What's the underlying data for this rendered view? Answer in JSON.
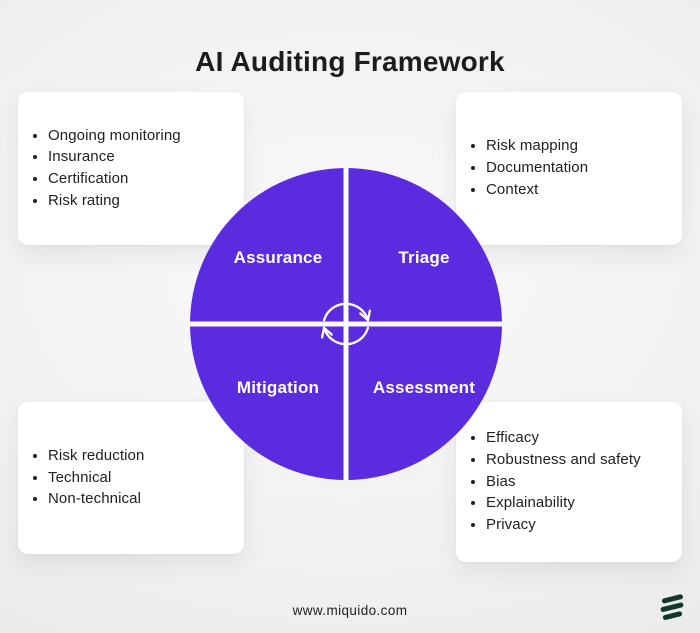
{
  "page": {
    "title": "AI Auditing Framework",
    "footer_url": "www.miquido.com"
  },
  "colors": {
    "accent_purple": "#5B2BE0",
    "text_dark": "#1C1C1C",
    "card_bg": "#FFFFFF",
    "quadrant_label": "#FFFFFF",
    "logo_dark": "#12372E"
  },
  "circle": {
    "center_icon": "cycle-arrows-icon",
    "quadrants": [
      {
        "id": "assurance",
        "label": "Assurance",
        "position": "top-left"
      },
      {
        "id": "triage",
        "label": "Triage",
        "position": "top-right"
      },
      {
        "id": "mitigation",
        "label": "Mitigation",
        "position": "bottom-left"
      },
      {
        "id": "assessment",
        "label": "Assessment",
        "position": "bottom-right"
      }
    ]
  },
  "cards": {
    "top_left": {
      "linked_quadrant": "Assurance",
      "items": [
        "Ongoing monitoring",
        "Insurance",
        "Certification",
        "Risk rating"
      ]
    },
    "top_right": {
      "linked_quadrant": "Triage",
      "items": [
        "Risk mapping",
        "Documentation",
        "Context"
      ]
    },
    "bottom_left": {
      "linked_quadrant": "Mitigation",
      "items": [
        "Risk reduction",
        "Technical",
        "Non-technical"
      ]
    },
    "bottom_right": {
      "linked_quadrant": "Assessment",
      "items": [
        "Efficacy",
        "Robustness and safety",
        "Bias",
        "Explainability",
        "Privacy"
      ]
    }
  },
  "footer": {
    "logo_icon": "miquido-logo-icon"
  }
}
